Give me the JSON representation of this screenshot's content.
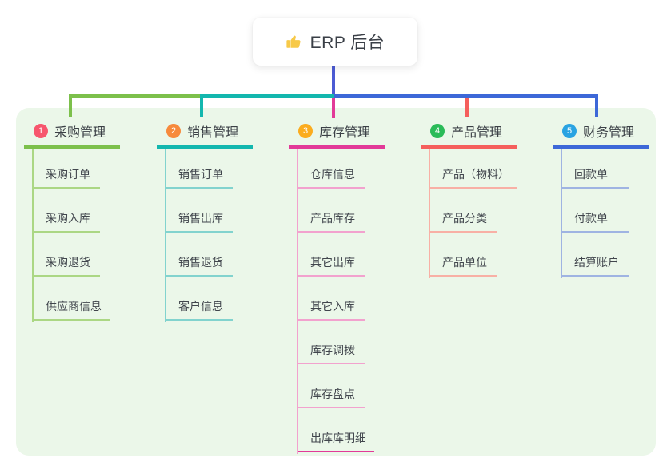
{
  "root": {
    "label": "ERP 后台",
    "icon": "thumbs-up-icon",
    "line_color": "#4C5BD4"
  },
  "panel_color": "#EBF7E9",
  "branches": [
    {
      "number": "1",
      "title": "采购管理",
      "badge_color": "#F7566D",
      "line_color": "#7CC04B",
      "light_color": "#ABD784",
      "children": [
        "采购订单",
        "采购入库",
        "采购退货",
        "供应商信息"
      ]
    },
    {
      "number": "2",
      "title": "销售管理",
      "badge_color": "#F78A3C",
      "line_color": "#13B7AE",
      "light_color": "#82D3CE",
      "children": [
        "销售订单",
        "销售出库",
        "销售退货",
        "客户信息"
      ]
    },
    {
      "number": "3",
      "title": "库存管理",
      "badge_color": "#FBAC1E",
      "line_color": "#E23A98",
      "light_color": "#F2A2CE",
      "last_child_strong_line": true,
      "children": [
        "仓库信息",
        "产品库存",
        "其它出库",
        "其它入库",
        "库存调拨",
        "库存盘点",
        "出库库明细"
      ]
    },
    {
      "number": "4",
      "title": "产品管理",
      "badge_color": "#2ABB58",
      "line_color": "#F55F5C",
      "light_color": "#F8B0A5",
      "children": [
        "产品（物料）",
        "产品分类",
        "产品单位"
      ]
    },
    {
      "number": "5",
      "title": "财务管理",
      "badge_color": "#29A3E2",
      "line_color": "#3D68D8",
      "light_color": "#9FB4E2",
      "children": [
        "回款单",
        "付款单",
        "结算账户"
      ]
    }
  ]
}
